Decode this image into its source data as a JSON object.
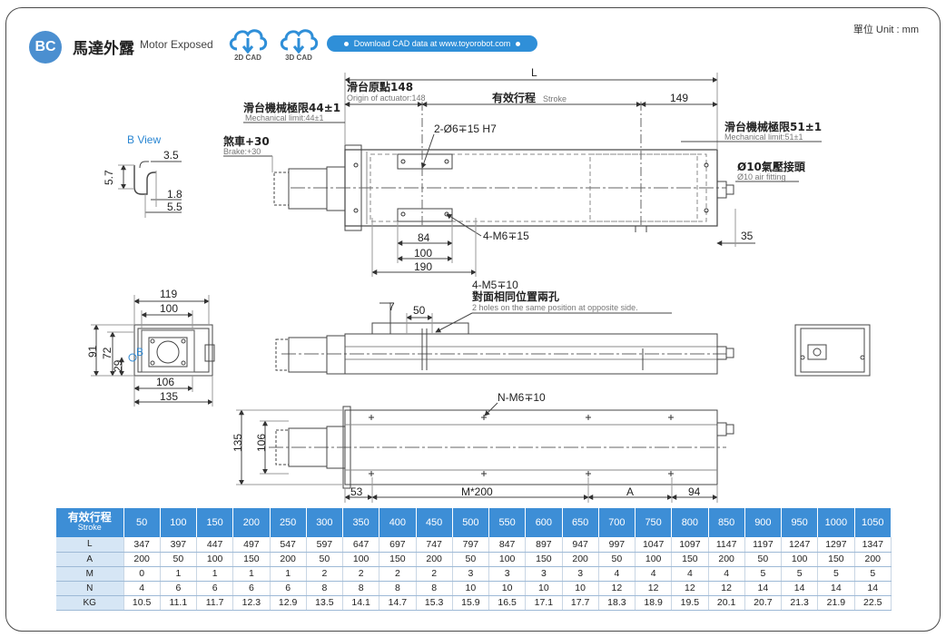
{
  "header": {
    "badge": "BC",
    "title_cn": "馬達外露",
    "title_en": "Motor Exposed",
    "cad_2d": "2D CAD",
    "cad_3d": "3D CAD",
    "download_label": "Download CAD data at www.toyorobot.com",
    "unit_label": "單位 Unit : mm"
  },
  "colors": {
    "accent": "#3d8ed6",
    "badge": "#4b8fd0",
    "table_row_label": "#d6e6f5"
  },
  "drawing": {
    "b_view": "B View",
    "dim_5_7": "5.7",
    "dim_3_5": "3.5",
    "dim_1_8": "1.8",
    "dim_5_5": "5.5",
    "L": "L",
    "origin_cn": "滑台原點148",
    "origin_en": "Origin of actuator:148",
    "stroke_cn": "有效行程",
    "stroke_en": "Stroke",
    "dim_149": "149",
    "mech44_cn": "滑台機械極限44±1",
    "mech44_en": "Mechanical limit:44±1",
    "mech51_cn": "滑台機械極限51±1",
    "mech51_en": "Mechanical limit:51±1",
    "brake_cn": "煞車+30",
    "brake_en": "Brake:+30",
    "pin_hole": "2-Ø6∓15 H7",
    "air_cn": "Ø10氣壓接頭",
    "air_en": "Ø10 air fitting",
    "tap_m6": "4-M6∓15",
    "dim_84": "84",
    "dim_100": "100",
    "dim_190": "190",
    "dim_35": "35",
    "m5_label": "4-M5∓10",
    "m5_cn": "對面相同位置兩孔",
    "m5_en": "2 holes on the same position at opposite side.",
    "dim_7": "7",
    "dim_50": "50",
    "dim_119": "119",
    "dim_100b": "100",
    "dim_91": "91",
    "dim_72": "72",
    "dim_29": "29",
    "b_marker": "B",
    "dim_106": "106",
    "dim_135": "135",
    "nm6": "N-M6∓10",
    "dim_135b": "135",
    "dim_106b": "106",
    "dim_53": "53",
    "m200": "M*200",
    "dim_A": "A",
    "dim_94": "94"
  },
  "table": {
    "head_cn": "有效行程",
    "head_en": "Stroke",
    "strokes": [
      "50",
      "100",
      "150",
      "200",
      "250",
      "300",
      "350",
      "400",
      "450",
      "500",
      "550",
      "600",
      "650",
      "700",
      "750",
      "800",
      "850",
      "900",
      "950",
      "1000",
      "1050"
    ],
    "rows": [
      {
        "label": "L",
        "values": [
          "347",
          "397",
          "447",
          "497",
          "547",
          "597",
          "647",
          "697",
          "747",
          "797",
          "847",
          "897",
          "947",
          "997",
          "1047",
          "1097",
          "1147",
          "1197",
          "1247",
          "1297",
          "1347"
        ]
      },
      {
        "label": "A",
        "values": [
          "200",
          "50",
          "100",
          "150",
          "200",
          "50",
          "100",
          "150",
          "200",
          "50",
          "100",
          "150",
          "200",
          "50",
          "100",
          "150",
          "200",
          "50",
          "100",
          "150",
          "200"
        ]
      },
      {
        "label": "M",
        "values": [
          "0",
          "1",
          "1",
          "1",
          "1",
          "2",
          "2",
          "2",
          "2",
          "3",
          "3",
          "3",
          "3",
          "4",
          "4",
          "4",
          "4",
          "5",
          "5",
          "5",
          "5"
        ]
      },
      {
        "label": "N",
        "values": [
          "4",
          "6",
          "6",
          "6",
          "6",
          "8",
          "8",
          "8",
          "8",
          "10",
          "10",
          "10",
          "10",
          "12",
          "12",
          "12",
          "12",
          "14",
          "14",
          "14",
          "14"
        ]
      },
      {
        "label": "KG",
        "values": [
          "10.5",
          "11.1",
          "11.7",
          "12.3",
          "12.9",
          "13.5",
          "14.1",
          "14.7",
          "15.3",
          "15.9",
          "16.5",
          "17.1",
          "17.7",
          "18.3",
          "18.9",
          "19.5",
          "20.1",
          "20.7",
          "21.3",
          "21.9",
          "22.5"
        ]
      }
    ]
  }
}
